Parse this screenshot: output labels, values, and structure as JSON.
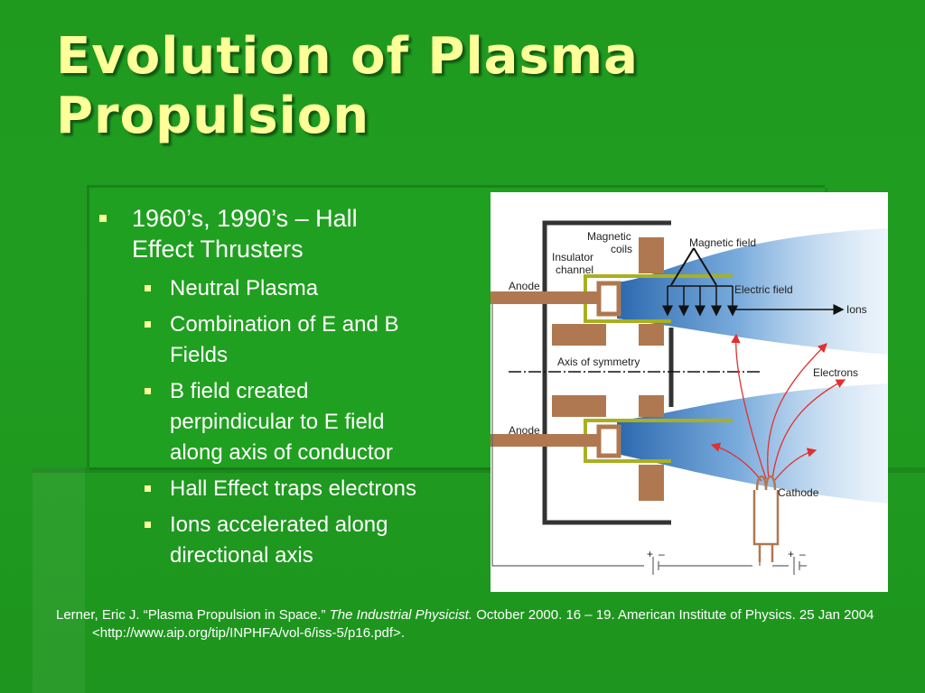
{
  "slide": {
    "title_line1": "Evolution of Plasma",
    "title_line2": "Propulsion",
    "bullet": {
      "text_line1": "1960’s, 1990’s – Hall",
      "text_line2": "Effect Thrusters",
      "sub_bullets": [
        {
          "lines": [
            "Neutral Plasma"
          ]
        },
        {
          "lines": [
            "Combination of E and B",
            "Fields"
          ]
        },
        {
          "lines": [
            "B field created",
            "perpindicular to E field",
            "along axis of conductor"
          ]
        },
        {
          "lines": [
            "Hall Effect traps electrons"
          ]
        },
        {
          "lines": [
            "Ions accelerated along",
            "directional axis"
          ]
        }
      ]
    },
    "citation": {
      "part1": "Lerner, Eric J. “Plasma Propulsion in Space.” ",
      "journal": "The Industrial Physicist.",
      "part2": " October 2000. 16 – 19.   American Institute of Physics. 25 Jan 2004 <http://www.aip.org/tip/INPHFA/vol-6/iss-5/p16.pdf>."
    },
    "diagram_labels": {
      "magnetic_coils_1": "Magnetic",
      "magnetic_coils_2": "coils",
      "insulator_1": "Insulator",
      "insulator_2": "channel",
      "magnetic_field": "Magnetic field",
      "anode_top": "Anode",
      "electric_field": "Electric field",
      "ions": "Ions",
      "axis": "Axis of symmetry",
      "electrons": "Electrons",
      "anode_bottom": "Anode",
      "cathode": "Cathode",
      "plus_left": "+",
      "minus_left": "–",
      "plus_right": "+",
      "minus_right": "–"
    },
    "colors": {
      "background": "#1f9a1f",
      "title": "#ffff99",
      "bullet_marker": "#ffff99",
      "text": "#ffffff",
      "coil": "#b07850",
      "channel": "#a8b020",
      "plume": "#3a7fc4",
      "electron_path": "#e03030"
    }
  }
}
